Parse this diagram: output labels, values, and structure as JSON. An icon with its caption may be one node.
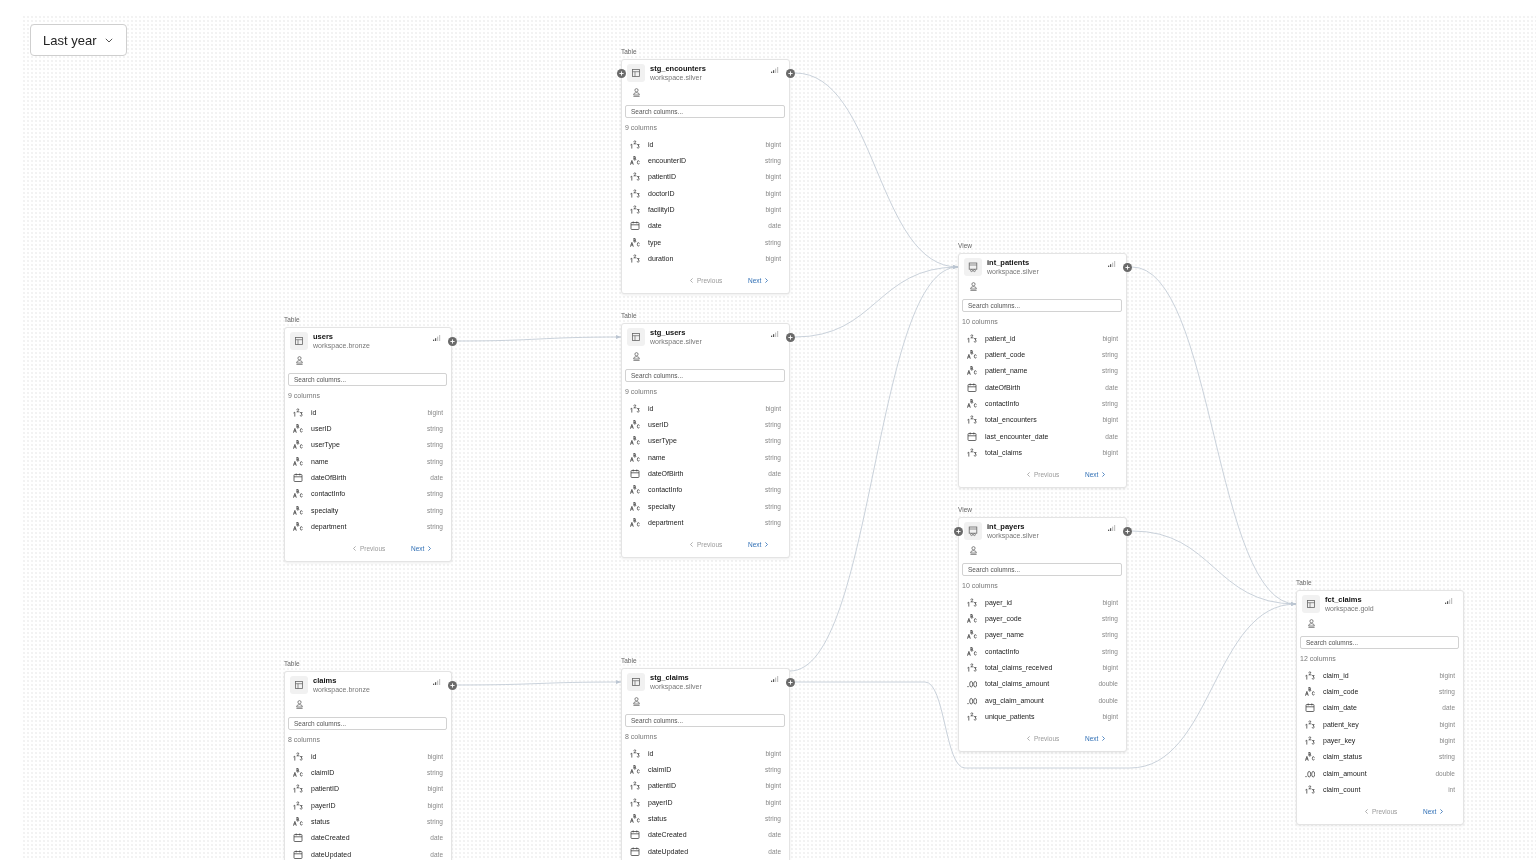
{
  "diagram": {
    "nodes": [
      {
        "text": [
          "Table",
          "users",
          "workspace.bronze",
          "Search columns...",
          "9 columns",
          "id",
          "bigint",
          "userID",
          "string",
          "userType",
          "string",
          "name",
          "string",
          "dateOfBirth",
          "date",
          "contactInfo",
          "string",
          "specialty",
          "string",
          "department",
          "string",
          "Previous",
          "Next"
        ]
      },
      {
        "text": [
          "Table",
          "claims",
          "workspace.bronze",
          "Search columns...",
          "8 columns",
          "id",
          "bigint",
          "claimID",
          "string",
          "patientID",
          "bigint",
          "payerID",
          "bigint",
          "status",
          "string",
          "dateCreated",
          "date",
          "dateUpdated",
          "date"
        ]
      },
      {
        "text": [
          "Table",
          "stg_encounters",
          "workspace.silver",
          "Search columns...",
          "9 columns",
          "id",
          "bigint",
          "encounterID",
          "string",
          "patientID",
          "bigint",
          "doctorID",
          "bigint",
          "facilityID",
          "bigint",
          "date",
          "date",
          "type",
          "string",
          "duration",
          "bigint",
          "Previous",
          "Next"
        ]
      },
      {
        "text": [
          "Table",
          "stg_users",
          "workspace.silver",
          "Search columns...",
          "9 columns",
          "id",
          "bigint",
          "userID",
          "string",
          "userType",
          "string",
          "name",
          "string",
          "dateOfBirth",
          "date",
          "contactInfo",
          "string",
          "specialty",
          "string",
          "department",
          "string",
          "Previous",
          "Next"
        ]
      },
      {
        "text": [
          "Table",
          "stg_claims",
          "workspace.silver",
          "Search columns...",
          "8 columns",
          "id",
          "bigint",
          "claimID",
          "string",
          "patientID",
          "bigint",
          "payerID",
          "bigint",
          "status",
          "string",
          "dateCreated",
          "date",
          "dateUpdated",
          "date"
        ]
      },
      {
        "text": [
          "View",
          "int_patients",
          "workspace.silver",
          "Search columns...",
          "10 columns",
          "patient_id",
          "bigint",
          "patient_code",
          "string",
          "patient_name",
          "string",
          "dateOfBirth",
          "date",
          "contactInfo",
          "string",
          "total_encounters",
          "bigint",
          "last_encounter_date",
          "date",
          "total_claims",
          "bigint",
          "Previous",
          "Next"
        ]
      },
      {
        "text": [
          "View",
          "int_payers",
          "workspace.silver",
          "Search columns...",
          "10 columns",
          "payer_id",
          "bigint",
          "payer_code",
          "string",
          "payer_name",
          "string",
          "contactInfo",
          "string",
          "total_claims_received",
          "bigint",
          "total_claims_amount",
          "double",
          "avg_claim_amount",
          "double",
          "unique_patients",
          "bigint",
          "Previous",
          "Next"
        ]
      },
      {
        "text": [
          "Table",
          "fct_claims",
          "workspace.gold",
          "Search columns...",
          "12 columns",
          "claim_id",
          "bigint",
          "claim_code",
          "string",
          "claim_date",
          "date",
          "patient_key",
          "bigint",
          "payer_key",
          "bigint",
          "claim_status",
          "string",
          "claim_amount",
          "double",
          "claim_count",
          "int",
          "Previous",
          "Next"
        ]
      }
    ],
    "edges": [
      {
        "from": 0,
        "to": 3,
        "arrow": "to"
      },
      {
        "from": 1,
        "to": 4,
        "arrow": "to"
      },
      {
        "from": 2,
        "to": 5,
        "arrow": "to"
      },
      {
        "from": 3,
        "to": 5,
        "arrow": "to"
      },
      {
        "from": 4,
        "to": 5,
        "arrow": "to"
      },
      {
        "from": 4,
        "to": 7,
        "arrow": "to"
      },
      {
        "from": 5,
        "to": 7,
        "arrow": "to"
      },
      {
        "from": 6,
        "to": 7,
        "arrow": "to"
      }
    ],
    "labels": [
      "Last year"
    ]
  }
}
